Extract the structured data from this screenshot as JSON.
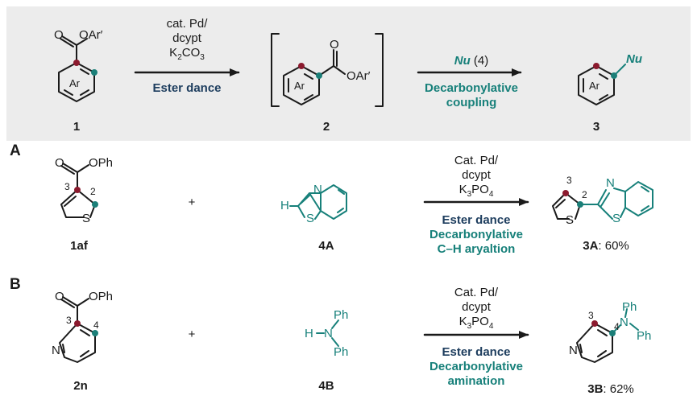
{
  "colors": {
    "header_bg": "#ececec",
    "bond": "#1a1a1a",
    "teal": "#17807a",
    "navy": "#1d3d5e",
    "red_dot": "#8b1a2e",
    "teal_dot": "#1b7f78"
  },
  "top_scheme": {
    "compound1": {
      "label": "1",
      "substituent": "OAr′",
      "ring": "Ar"
    },
    "arrow1": {
      "conditions": [
        "cat. Pd/",
        "dcypt",
        "K2CO3"
      ],
      "name": "Ester dance"
    },
    "compound2": {
      "label": "2",
      "substituent": "OAr′",
      "ring": "Ar"
    },
    "arrow2": {
      "reagent": "Nu",
      "reagent_id": "(4)",
      "name_lines": [
        "Decarbonylative",
        "coupling"
      ]
    },
    "compound3": {
      "label": "3",
      "substituent": "Nu",
      "ring": "Ar"
    }
  },
  "section_A": {
    "letter": "A",
    "substrate": {
      "label": "1af",
      "substituent": "OPh",
      "positions": [
        "3",
        "2"
      ],
      "heteroatom": "S"
    },
    "plus": "+",
    "nucleophile": {
      "label": "4A",
      "atoms": [
        "H",
        "N",
        "S"
      ]
    },
    "conditions": [
      "Cat. Pd/",
      "dcypt",
      "K3PO4"
    ],
    "names": [
      "Ester dance",
      "Decarbonylative",
      "C–H aryaltion"
    ],
    "product": {
      "label": "3A",
      "yield": ": 60%",
      "positions": [
        "3",
        "2"
      ],
      "atoms": [
        "N",
        "S",
        "S"
      ]
    }
  },
  "section_B": {
    "letter": "B",
    "substrate": {
      "label": "2n",
      "substituent": "OPh",
      "positions": [
        "3",
        "4"
      ],
      "heteroatom": "N"
    },
    "plus": "+",
    "nucleophile": {
      "label": "4B",
      "atoms": [
        "H",
        "N",
        "Ph",
        "Ph"
      ]
    },
    "conditions": [
      "Cat. Pd/",
      "dcypt",
      "K3PO4"
    ],
    "names": [
      "Ester dance",
      "Decarbonylative",
      "amination"
    ],
    "product": {
      "label": "3B",
      "yield": ": 62%",
      "positions": [
        "3",
        "4"
      ],
      "atoms": [
        "N",
        "N",
        "Ph",
        "Ph"
      ]
    }
  }
}
